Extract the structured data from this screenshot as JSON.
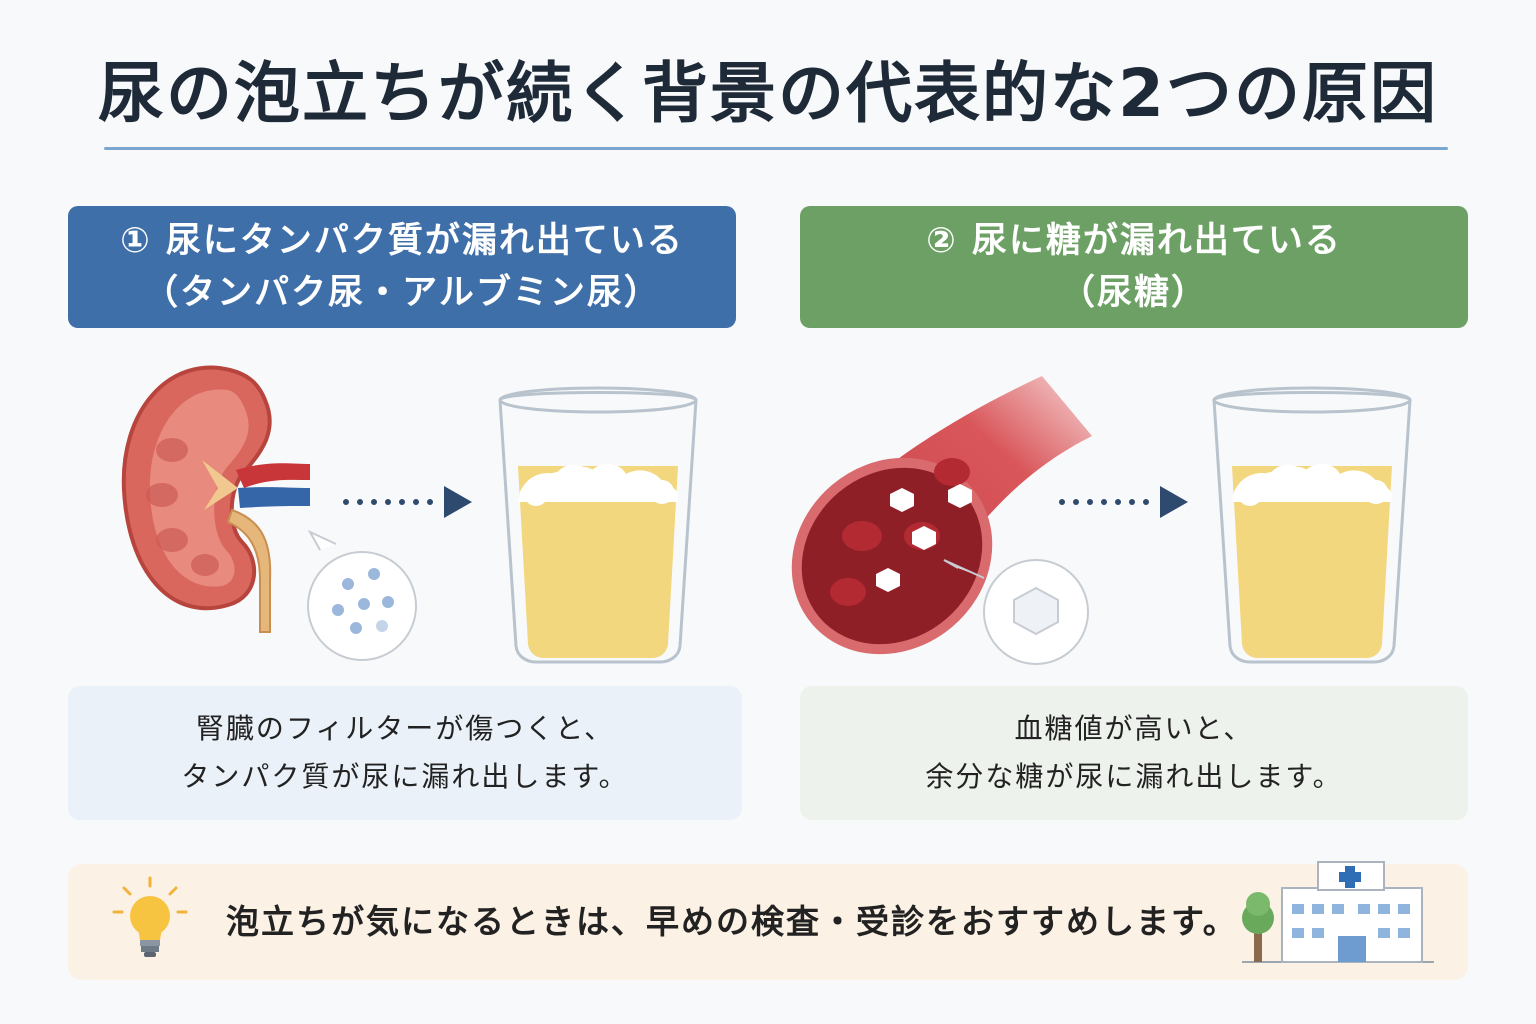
{
  "title": "尿の泡立ちが続く背景の代表的な2つの原因",
  "causes": [
    {
      "line1": "① 尿にタンパク質が漏れ出ている",
      "line2": "（タンパク尿・アルブミン尿）",
      "desc1": "腎臓のフィルターが傷つくと、",
      "desc2": "タンパク質が尿に漏れ出します。",
      "color": "#3f6fa8"
    },
    {
      "line1": "② 尿に糖が漏れ出ている",
      "line2": "（尿糖）",
      "desc1": "血糖値が高いと、",
      "desc2": "余分な糖が尿に漏れ出します。",
      "color": "#6da065"
    }
  ],
  "tip": {
    "text": "泡立ちが気になるときは、早めの検査・受診をおすすめします。",
    "icon": "lightbulb-icon"
  },
  "colors": {
    "urine": "#f3d77e",
    "foam": "#ffffff",
    "kidney": "#d9675e",
    "vessel": "#b8363a",
    "arrow": "#2e4a6e"
  }
}
